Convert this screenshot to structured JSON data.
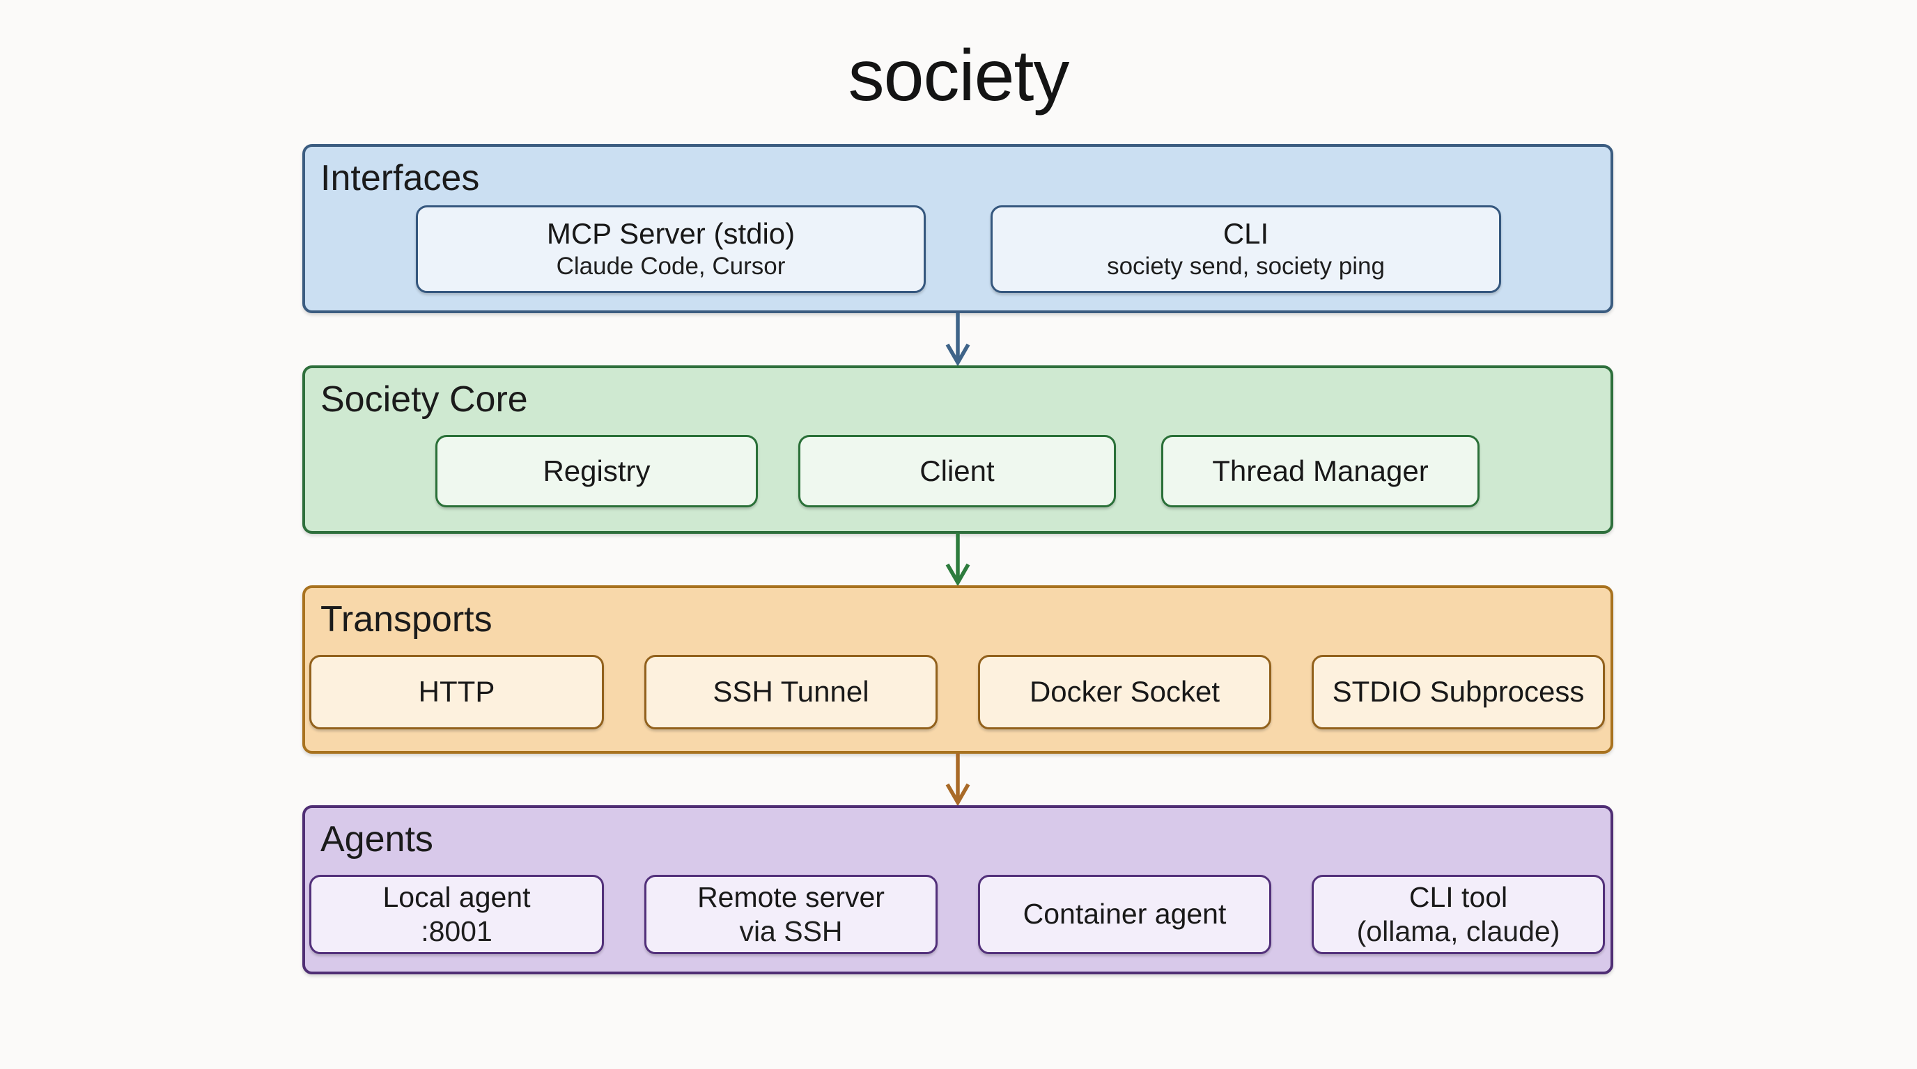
{
  "title": "society",
  "layers": [
    {
      "label": "Interfaces",
      "fill": "#cbdff2",
      "border": "#3b5c80",
      "boxes": [
        {
          "lines": [
            "MCP Server (stdio)",
            "Claude Code, Cursor"
          ]
        },
        {
          "lines": [
            "CLI",
            "society send, society ping"
          ]
        }
      ]
    },
    {
      "label": "Society Core",
      "fill": "#cfe9d1",
      "border": "#2e6f3c",
      "boxes": [
        {
          "lines": [
            "Registry"
          ]
        },
        {
          "lines": [
            "Client"
          ]
        },
        {
          "lines": [
            "Thread Manager"
          ]
        }
      ]
    },
    {
      "label": "Transports",
      "fill": "#f8d8aa",
      "border": "#a8721f",
      "boxes": [
        {
          "lines": [
            "HTTP"
          ]
        },
        {
          "lines": [
            "SSH Tunnel"
          ]
        },
        {
          "lines": [
            "Docker Socket"
          ]
        },
        {
          "lines": [
            "STDIO Subprocess"
          ]
        }
      ]
    },
    {
      "label": "Agents",
      "fill": "#d8c9ea",
      "border": "#4f2e74",
      "boxes": [
        {
          "lines": [
            "Local agent",
            ":8001"
          ]
        },
        {
          "lines": [
            "Remote server",
            "via SSH"
          ]
        },
        {
          "lines": [
            "Container agent"
          ]
        },
        {
          "lines": [
            "CLI tool",
            "(ollama, claude)"
          ]
        }
      ]
    }
  ],
  "arrows": [
    {
      "from": "Interfaces",
      "to": "Society Core",
      "color": "#3f6489"
    },
    {
      "from": "Society Core",
      "to": "Transports",
      "color": "#2e7c3e"
    },
    {
      "from": "Transports",
      "to": "Agents",
      "color": "#a96a28"
    }
  ]
}
